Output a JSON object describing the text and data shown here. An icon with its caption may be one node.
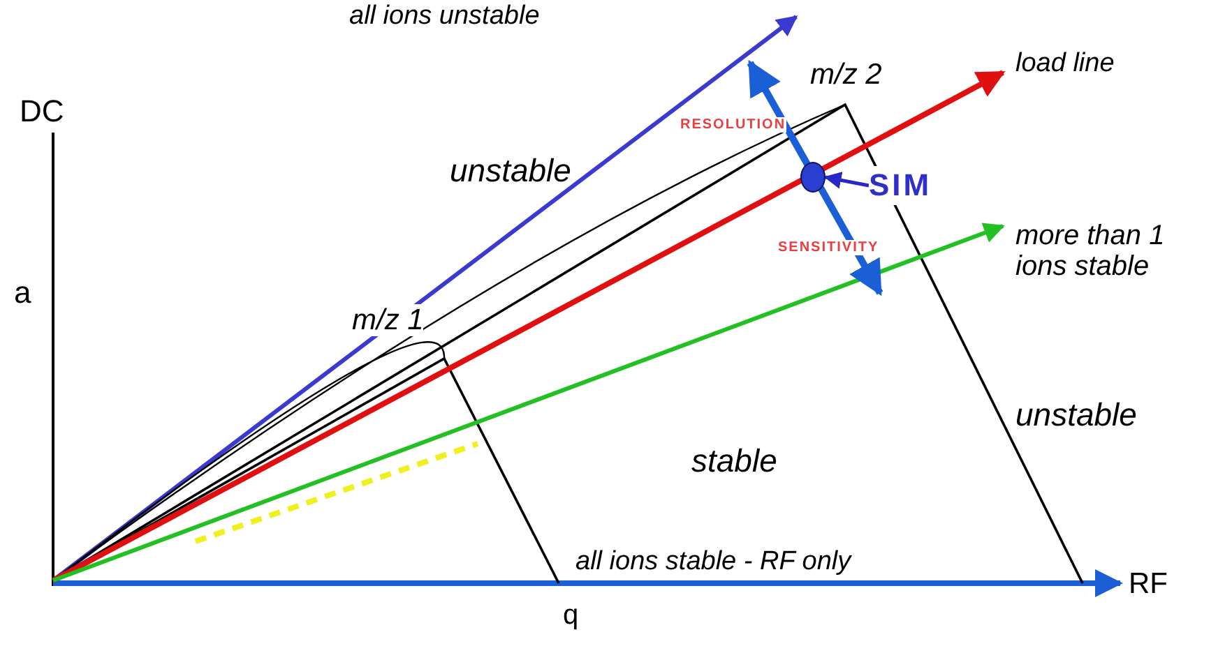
{
  "diagram": {
    "nodes": [
      {
        "text": [
          "SIM"
        ]
      },
      {
        "text": [],
        "shape": "circle"
      }
    ],
    "edges": [
      {
        "from": 0,
        "to": 1,
        "arrow": "to"
      }
    ],
    "labels": [
      "all ions unstable",
      "m/z 2",
      "load line",
      "DC",
      "RESOLUTION",
      "unstable",
      "SENSITIVITY",
      "more than 1 ions stable",
      "a",
      "m/z 1",
      "stable",
      "unstable",
      "all ions stable - RF only",
      "RF",
      "q"
    ]
  }
}
